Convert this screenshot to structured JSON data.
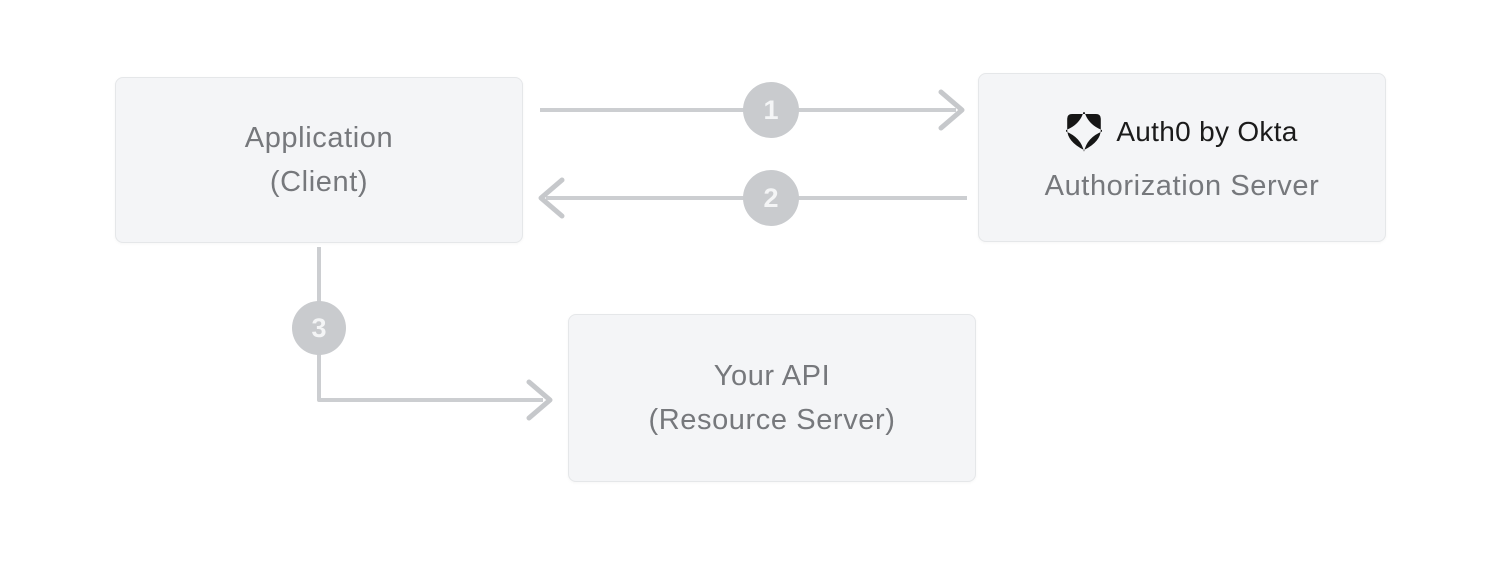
{
  "diagram": {
    "nodes": {
      "application": {
        "title": "Application",
        "subtitle": "(Client)"
      },
      "authorization_server": {
        "brand": "Auth0 by Okta",
        "brand_icon": "auth0-shield-icon",
        "label": "Authorization Server"
      },
      "api": {
        "title": "Your API",
        "subtitle": "(Resource Server)"
      }
    },
    "steps": [
      {
        "number": "1",
        "from": "application",
        "to": "authorization_server",
        "direction": "right"
      },
      {
        "number": "2",
        "from": "authorization_server",
        "to": "application",
        "direction": "left"
      },
      {
        "number": "3",
        "from": "application",
        "to": "api",
        "direction": "down-right"
      }
    ],
    "colors": {
      "background": "#ffffff",
      "node_fill": "#f4f5f7",
      "node_border": "#e5e7e9",
      "node_text": "#76787c",
      "connector": "#ccced1",
      "step_badge_fill": "#c9cbce",
      "step_badge_text": "#f4f5f6",
      "brand_text": "#1b1b1b",
      "brand_icon": "#161616"
    }
  }
}
